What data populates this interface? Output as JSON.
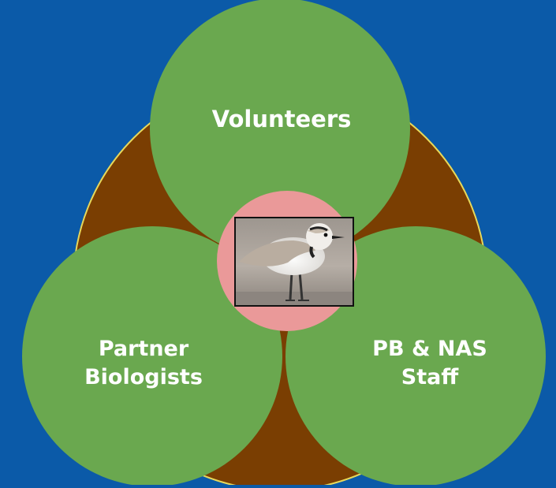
{
  "colors": {
    "background": "#0b5aa8",
    "outer_circle": "#7a3e02",
    "outer_outline": "#e8d85a",
    "green_circles": "#6aa84f",
    "center_circle": "#ea9999",
    "label_text": "#ffffff"
  },
  "nodes": {
    "top": {
      "label_lines": [
        "Volunteers"
      ]
    },
    "left": {
      "label_lines": [
        "Partner",
        "Biologists"
      ]
    },
    "right": {
      "label_lines": [
        "PB & NAS",
        "Staff"
      ]
    }
  },
  "center_image": {
    "subject": "snowy-plover-bird"
  }
}
